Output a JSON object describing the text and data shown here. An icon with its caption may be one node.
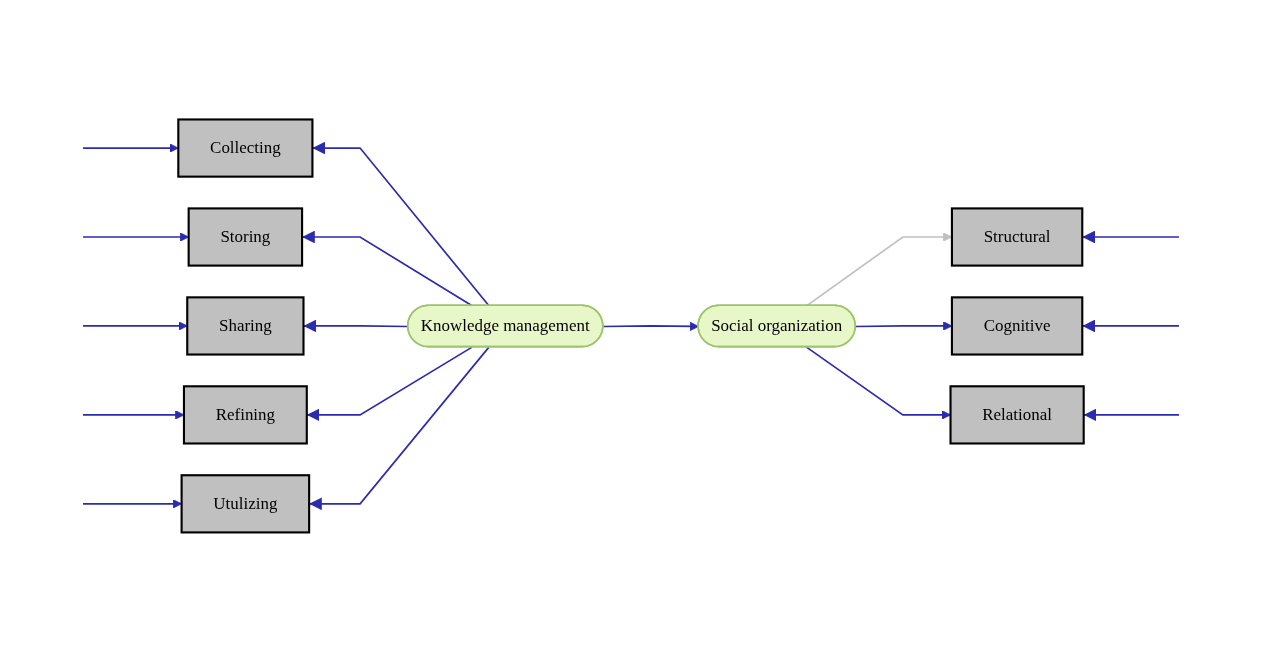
{
  "diagram": {
    "nodes": [
      {
        "text": [
          "Collecting"
        ]
      },
      {
        "text": [
          "Storing"
        ]
      },
      {
        "text": [
          "Sharing"
        ]
      },
      {
        "text": [
          "Refining"
        ]
      },
      {
        "text": [
          "Utulizing"
        ]
      },
      {
        "text": [
          "Knowledge management"
        ]
      },
      {
        "text": [
          "Social organization"
        ]
      },
      {
        "text": [
          "Structural"
        ]
      },
      {
        "text": [
          "Cognitive"
        ]
      },
      {
        "text": [
          "Relational"
        ]
      }
    ],
    "edges": [
      {
        "from": 5,
        "to": 0,
        "arrow": "to"
      },
      {
        "from": 5,
        "to": 1,
        "arrow": "to"
      },
      {
        "from": 5,
        "to": 2,
        "arrow": "to"
      },
      {
        "from": 5,
        "to": 3,
        "arrow": "to"
      },
      {
        "from": 5,
        "to": 4,
        "arrow": "to"
      },
      {
        "from": 5,
        "to": 6,
        "arrow": "to"
      },
      {
        "from": 6,
        "to": 7,
        "arrow": "to",
        "color": "#c0c0c0"
      },
      {
        "from": 6,
        "to": 8,
        "arrow": "to"
      },
      {
        "from": 6,
        "to": 9,
        "arrow": "to"
      },
      {
        "from": null,
        "to": 0,
        "arrow": "to"
      },
      {
        "from": null,
        "to": 1,
        "arrow": "to"
      },
      {
        "from": null,
        "to": 2,
        "arrow": "to"
      },
      {
        "from": null,
        "to": 3,
        "arrow": "to"
      },
      {
        "from": null,
        "to": 4,
        "arrow": "to"
      },
      {
        "from": null,
        "to": 7,
        "arrow": "to"
      },
      {
        "from": null,
        "to": 8,
        "arrow": "to"
      },
      {
        "from": null,
        "to": 9,
        "arrow": "to"
      }
    ]
  }
}
